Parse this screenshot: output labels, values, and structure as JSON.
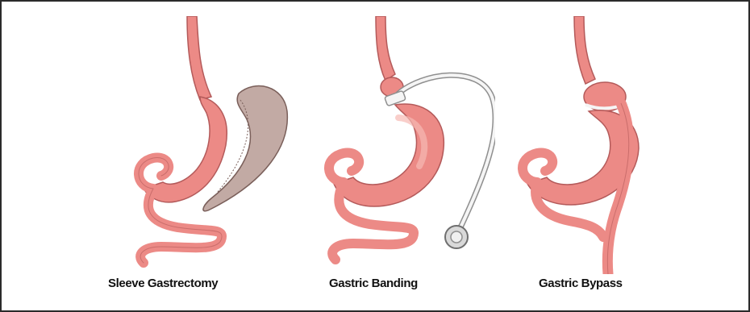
{
  "procedures": [
    {
      "label": "Sleeve Gastrectomy"
    },
    {
      "label": "Gastric Banding"
    },
    {
      "label": "Gastric Bypass"
    }
  ],
  "colors": {
    "stomach_fill": "#ec8a86",
    "stomach_light": "#f6b9b4",
    "outline": "#b45a5a",
    "removed_tissue": "#c2aaa4",
    "removed_outline": "#7a5f5a",
    "band": "#f5f5f5",
    "port": "#d9d9d9",
    "border": "#2b2b2b"
  }
}
